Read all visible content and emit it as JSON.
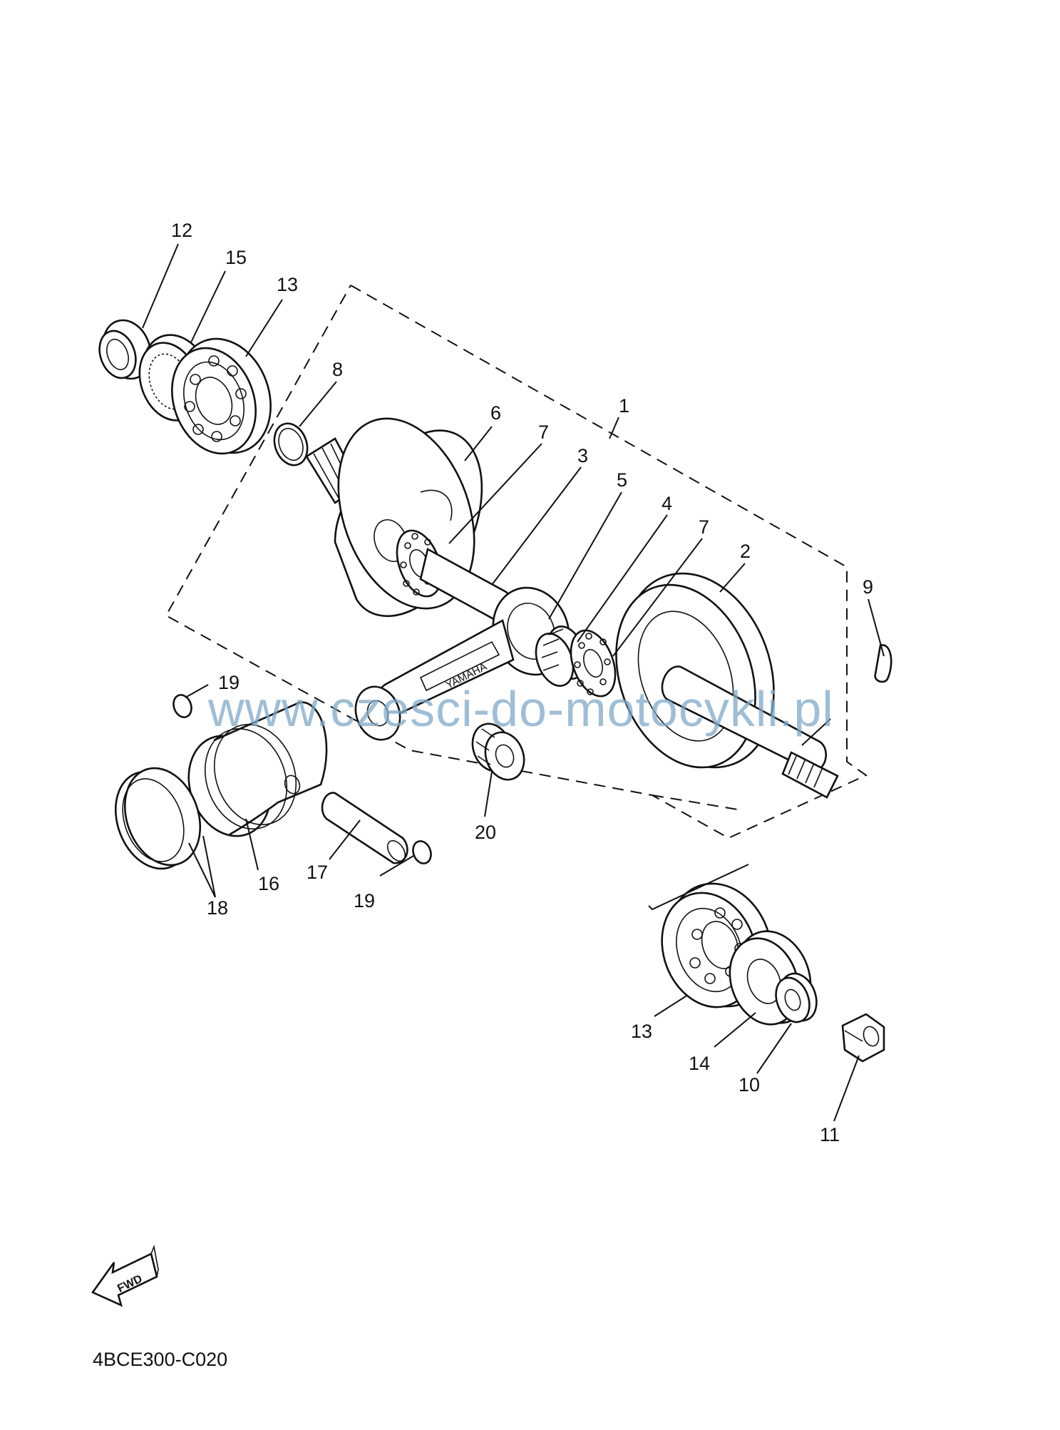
{
  "watermark": "www.czesci-do-motocykli.pl",
  "diagram_code": "4BCE300-C020",
  "fwd_label": "FWD",
  "rod_marking": "YAMAHA",
  "callouts": {
    "c1": "1",
    "c2": "2",
    "c3": "3",
    "c4": "4",
    "c5": "5",
    "c6": "6",
    "c7a": "7",
    "c7b": "7",
    "c8": "8",
    "c9": "9",
    "c10": "10",
    "c11": "11",
    "c12": "12",
    "c13a": "13",
    "c13b": "13",
    "c14": "14",
    "c15": "15",
    "c16": "16",
    "c17": "17",
    "c18": "18",
    "c19a": "19",
    "c19b": "19",
    "c20": "20"
  }
}
